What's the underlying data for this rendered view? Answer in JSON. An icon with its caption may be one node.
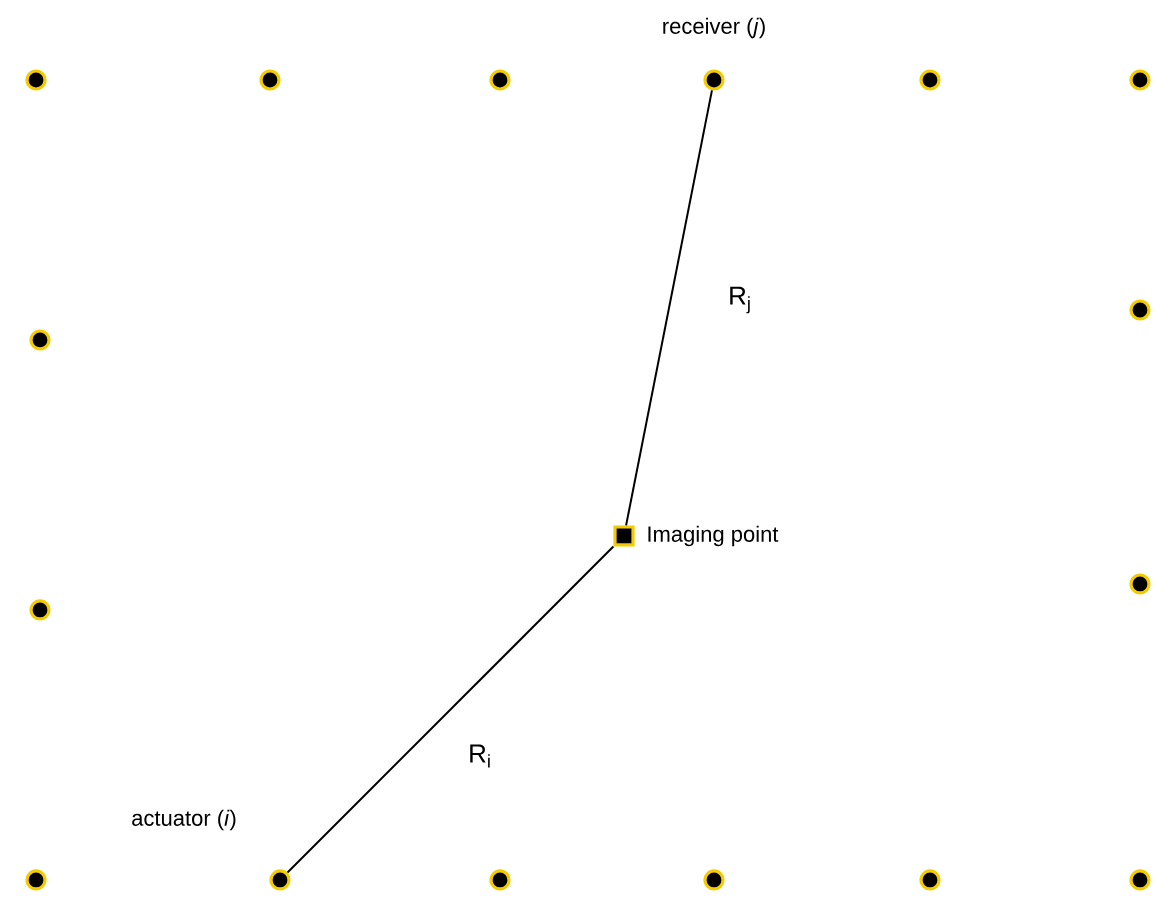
{
  "diagram": {
    "nodes": [
      {
        "text": [],
        "shape": "circle"
      },
      {
        "text": [],
        "shape": "circle"
      },
      {
        "text": [],
        "shape": "circle"
      },
      {
        "text": [],
        "shape": "circle",
        "beside": [
          "receiver (*j*)"
        ]
      },
      {
        "text": [],
        "shape": "circle"
      },
      {
        "text": [],
        "shape": "circle"
      },
      {
        "text": [],
        "shape": "circle"
      },
      {
        "text": [],
        "shape": "circle"
      },
      {
        "text": [],
        "shape": "box",
        "beside": [
          "Imaging point"
        ]
      },
      {
        "text": [],
        "shape": "circle"
      },
      {
        "text": [],
        "shape": "circle"
      },
      {
        "text": [],
        "shape": "circle"
      },
      {
        "text": [],
        "shape": "circle",
        "beside": [
          "actuator (*i*)"
        ]
      },
      {
        "text": [],
        "shape": "circle"
      },
      {
        "text": [],
        "shape": "circle"
      },
      {
        "text": [],
        "shape": "circle"
      },
      {
        "text": [],
        "shape": "circle"
      }
    ],
    "edges": [
      {
        "from": 12,
        "to": 8,
        "arrow": "none",
        "label": "R$_{i}$"
      },
      {
        "from": 8,
        "to": 3,
        "arrow": "none",
        "label": "R$_{j}$"
      }
    ]
  }
}
